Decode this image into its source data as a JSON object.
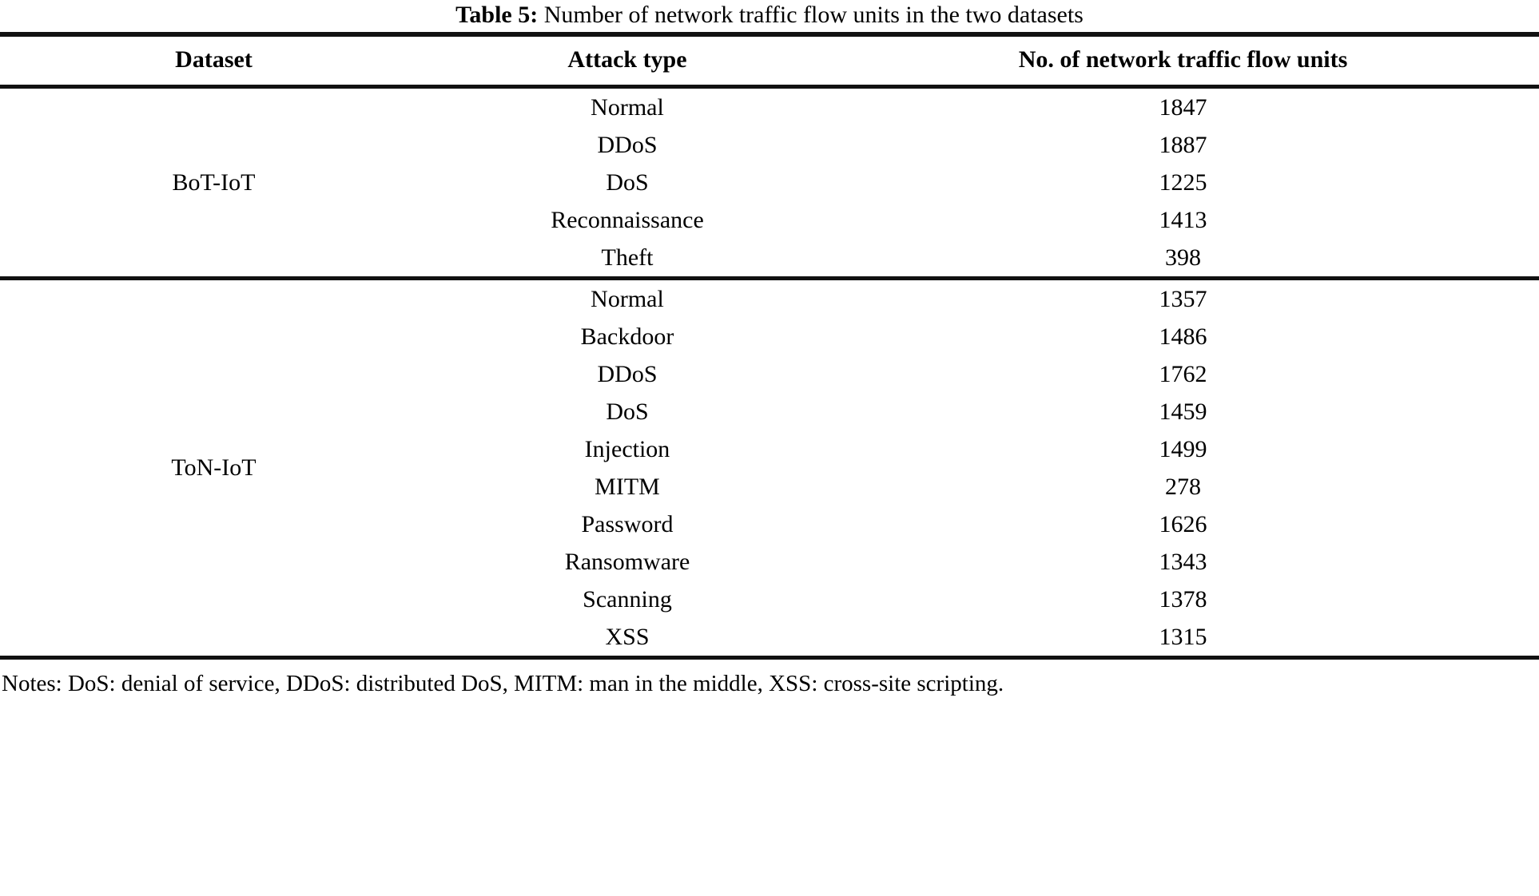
{
  "caption": {
    "label": "Table 5:",
    "text": " Number of network traffic flow units in the two datasets"
  },
  "table": {
    "columns": [
      {
        "key": "dataset",
        "header": "Dataset"
      },
      {
        "key": "attack_type",
        "header": "Attack type"
      },
      {
        "key": "count",
        "header": "No. of network traffic flow units"
      }
    ],
    "sections": [
      {
        "dataset": "BoT-IoT",
        "rows": [
          {
            "attack_type": "Normal",
            "count": "1847"
          },
          {
            "attack_type": "DDoS",
            "count": "1887"
          },
          {
            "attack_type": "DoS",
            "count": "1225"
          },
          {
            "attack_type": "Reconnaissance",
            "count": "1413"
          },
          {
            "attack_type": "Theft",
            "count": "398"
          }
        ]
      },
      {
        "dataset": "ToN-IoT",
        "rows": [
          {
            "attack_type": "Normal",
            "count": "1357"
          },
          {
            "attack_type": "Backdoor",
            "count": "1486"
          },
          {
            "attack_type": "DDoS",
            "count": "1762"
          },
          {
            "attack_type": "DoS",
            "count": "1459"
          },
          {
            "attack_type": "Injection",
            "count": "1499"
          },
          {
            "attack_type": "MITM",
            "count": "278"
          },
          {
            "attack_type": "Password",
            "count": "1626"
          },
          {
            "attack_type": "Ransomware",
            "count": "1343"
          },
          {
            "attack_type": "Scanning",
            "count": "1378"
          },
          {
            "attack_type": "XSS",
            "count": "1315"
          }
        ]
      }
    ]
  },
  "notes": "Notes: DoS: denial of service, DDoS: distributed DoS, MITM: man in the middle, XSS: cross-site scripting."
}
